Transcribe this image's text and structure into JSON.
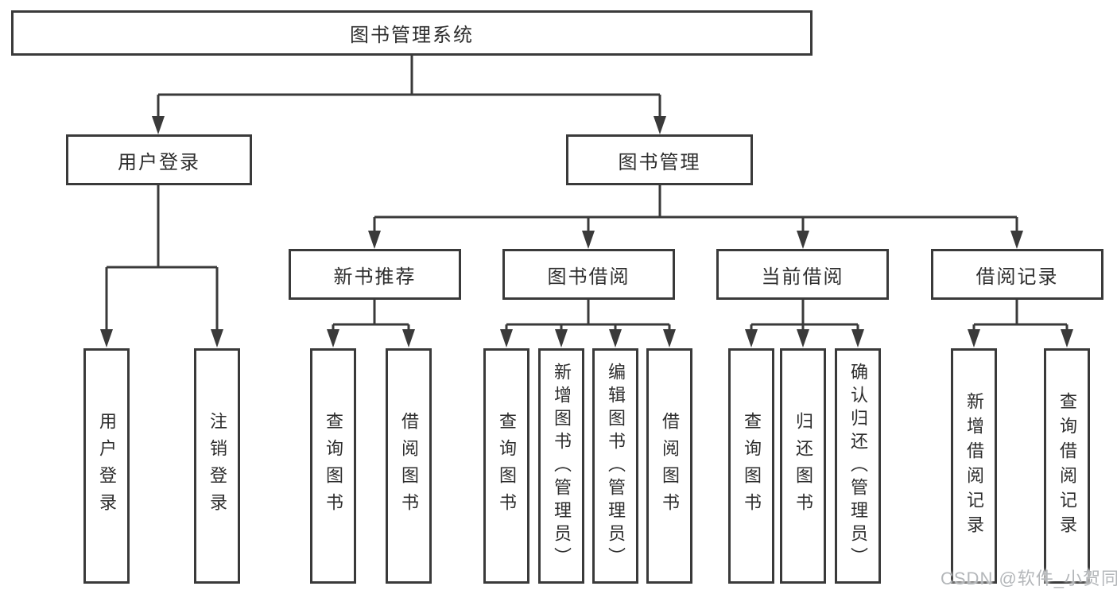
{
  "colors": {
    "line": "#3a3a3a",
    "box_border": "#3a3a3a",
    "text": "#2d2d2d",
    "watermark": "#b4b7ba",
    "background": "#ffffff"
  },
  "tree": {
    "root": {
      "label": "图书管理系统"
    },
    "children": [
      {
        "label": "用户登录",
        "children": [
          {
            "label": "用户登录"
          },
          {
            "label": "注销登录"
          }
        ]
      },
      {
        "label": "图书管理",
        "children": [
          {
            "label": "新书推荐",
            "children": [
              {
                "label": "查询图书"
              },
              {
                "label": "借阅图书"
              }
            ]
          },
          {
            "label": "图书借阅",
            "children": [
              {
                "label": "查询图书"
              },
              {
                "label": "新增图书（管理员）"
              },
              {
                "label": "编辑图书（管理员）"
              },
              {
                "label": "借阅图书"
              }
            ]
          },
          {
            "label": "当前借阅",
            "children": [
              {
                "label": "查询图书"
              },
              {
                "label": "归还图书"
              },
              {
                "label": "确认归还（管理员）"
              }
            ]
          },
          {
            "label": "借阅记录",
            "children": [
              {
                "label": "新增借阅记录"
              },
              {
                "label": "查询借阅记录"
              }
            ]
          }
        ]
      }
    ]
  },
  "watermark": "CSDN @软件_小贺同学"
}
